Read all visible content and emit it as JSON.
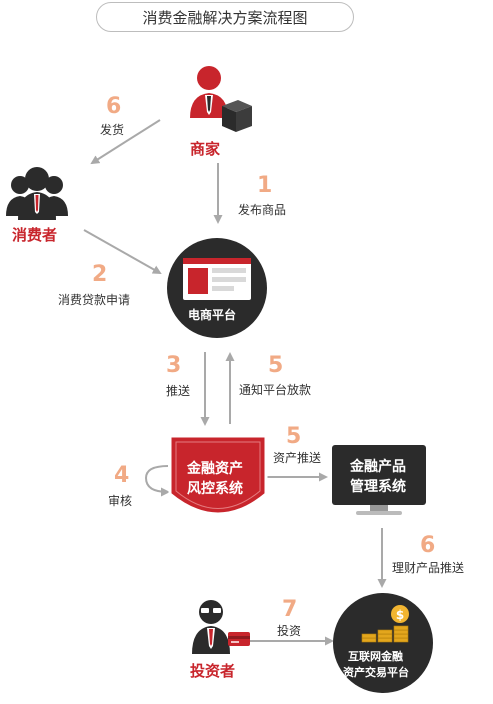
{
  "title": "消费金融解决方案流程图",
  "nodes": {
    "merchant": "商家",
    "consumer": "消费者",
    "ecommerce": "电商平台",
    "risk_line1": "金融资产",
    "risk_line2": "风控系统",
    "product_line1": "金融产品",
    "product_line2": "管理系统",
    "investor": "投资者",
    "exchange_line1": "互联网金融",
    "exchange_line2": "资产交易平台"
  },
  "steps": [
    {
      "num": "6",
      "label": "发货"
    },
    {
      "num": "1",
      "label": "发布商品"
    },
    {
      "num": "2",
      "label": "消费贷款申请"
    },
    {
      "num": "3",
      "label": "推送"
    },
    {
      "num": "5",
      "label": "通知平台放款"
    },
    {
      "num": "4",
      "label": "审核"
    },
    {
      "num": "5",
      "label": "资产推送"
    },
    {
      "num": "6",
      "label": "理财产品推送"
    },
    {
      "num": "7",
      "label": "投资"
    }
  ],
  "colors": {
    "accent_red": "#c8252c",
    "step_number": "#f1aa85",
    "dark": "#2b2b2b",
    "arrow": "#a9a9a9"
  }
}
